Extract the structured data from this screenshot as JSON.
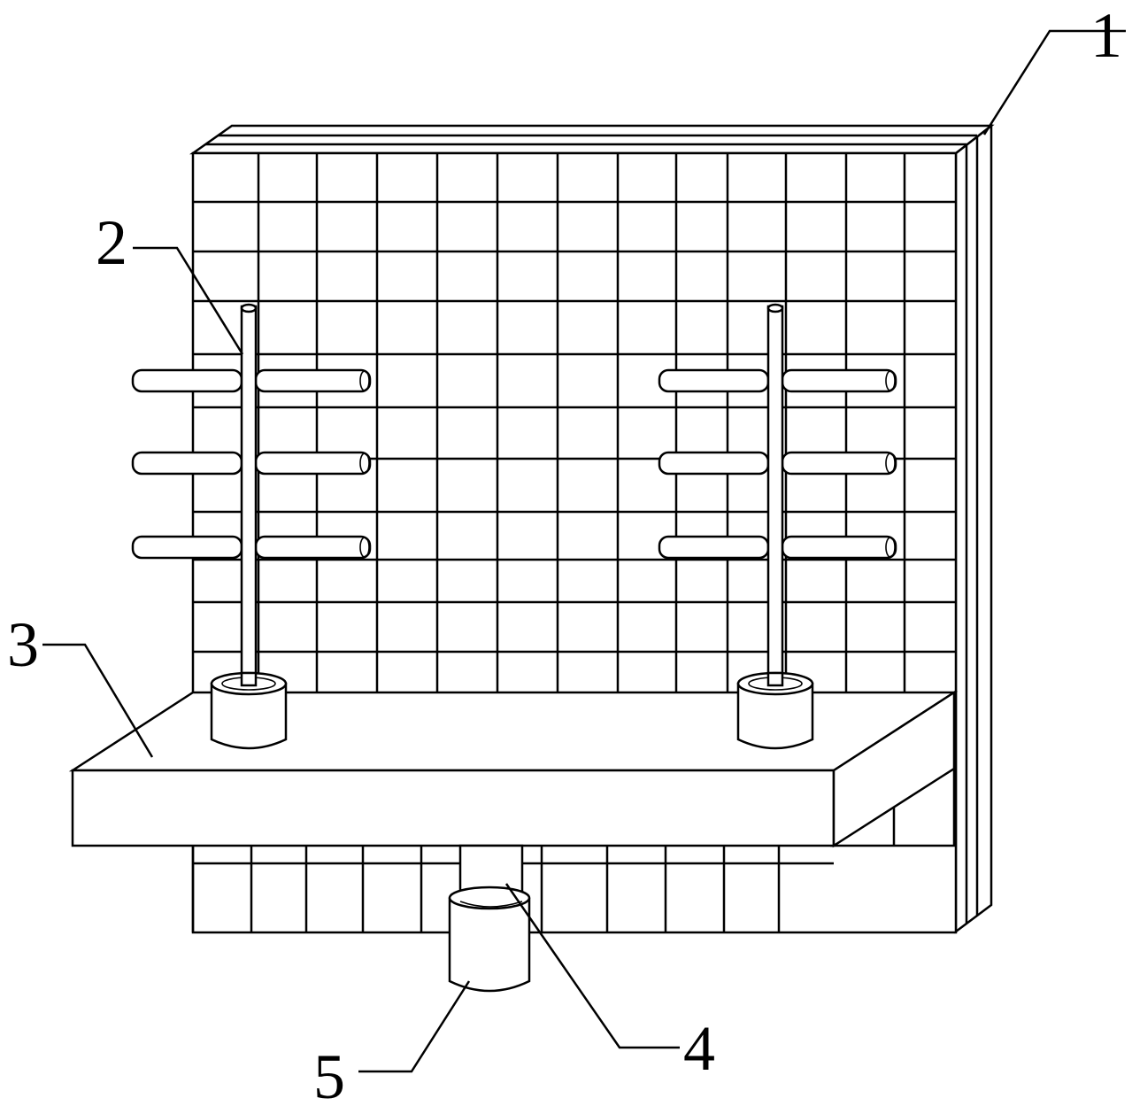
{
  "labels": {
    "wall": "1",
    "bracket": "2",
    "shelf": "3",
    "pipe": "4",
    "sleeve": "5"
  }
}
